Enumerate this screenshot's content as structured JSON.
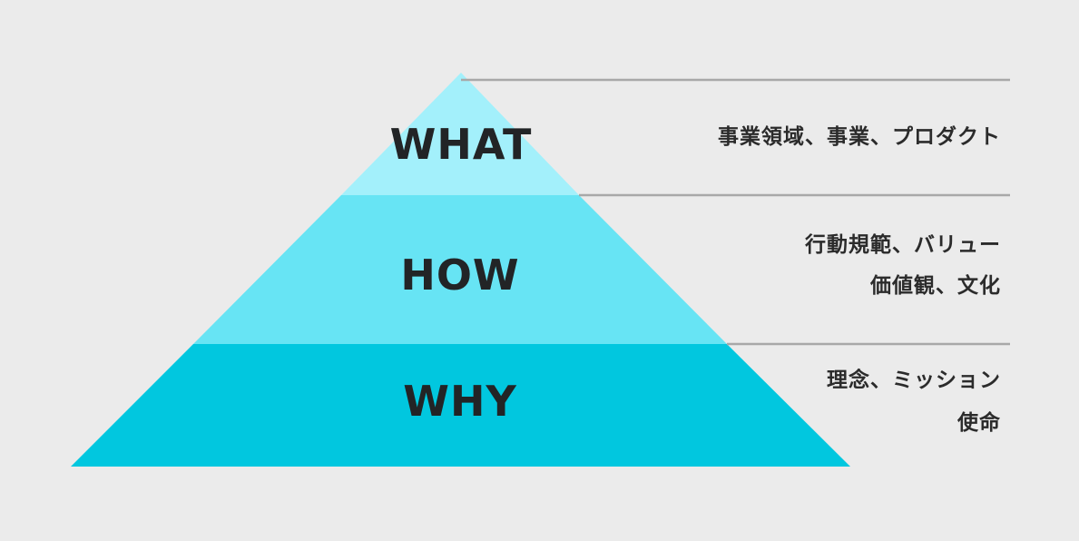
{
  "colors": {
    "background": "#ebebeb",
    "what_fill": "#a3f0fb",
    "how_fill": "#67e4f4",
    "why_fill": "#01c7df",
    "divider": "#a8a8a8",
    "text": "#222426"
  },
  "tiers": [
    {
      "key": "what",
      "label": "WHAT",
      "description": [
        "事業領域、事業、プロダクト"
      ]
    },
    {
      "key": "how",
      "label": "HOW",
      "description": [
        "行動規範、バリュー",
        "価値観、文化"
      ]
    },
    {
      "key": "why",
      "label": "WHY",
      "description": [
        "理念、ミッション",
        "使命"
      ]
    }
  ]
}
